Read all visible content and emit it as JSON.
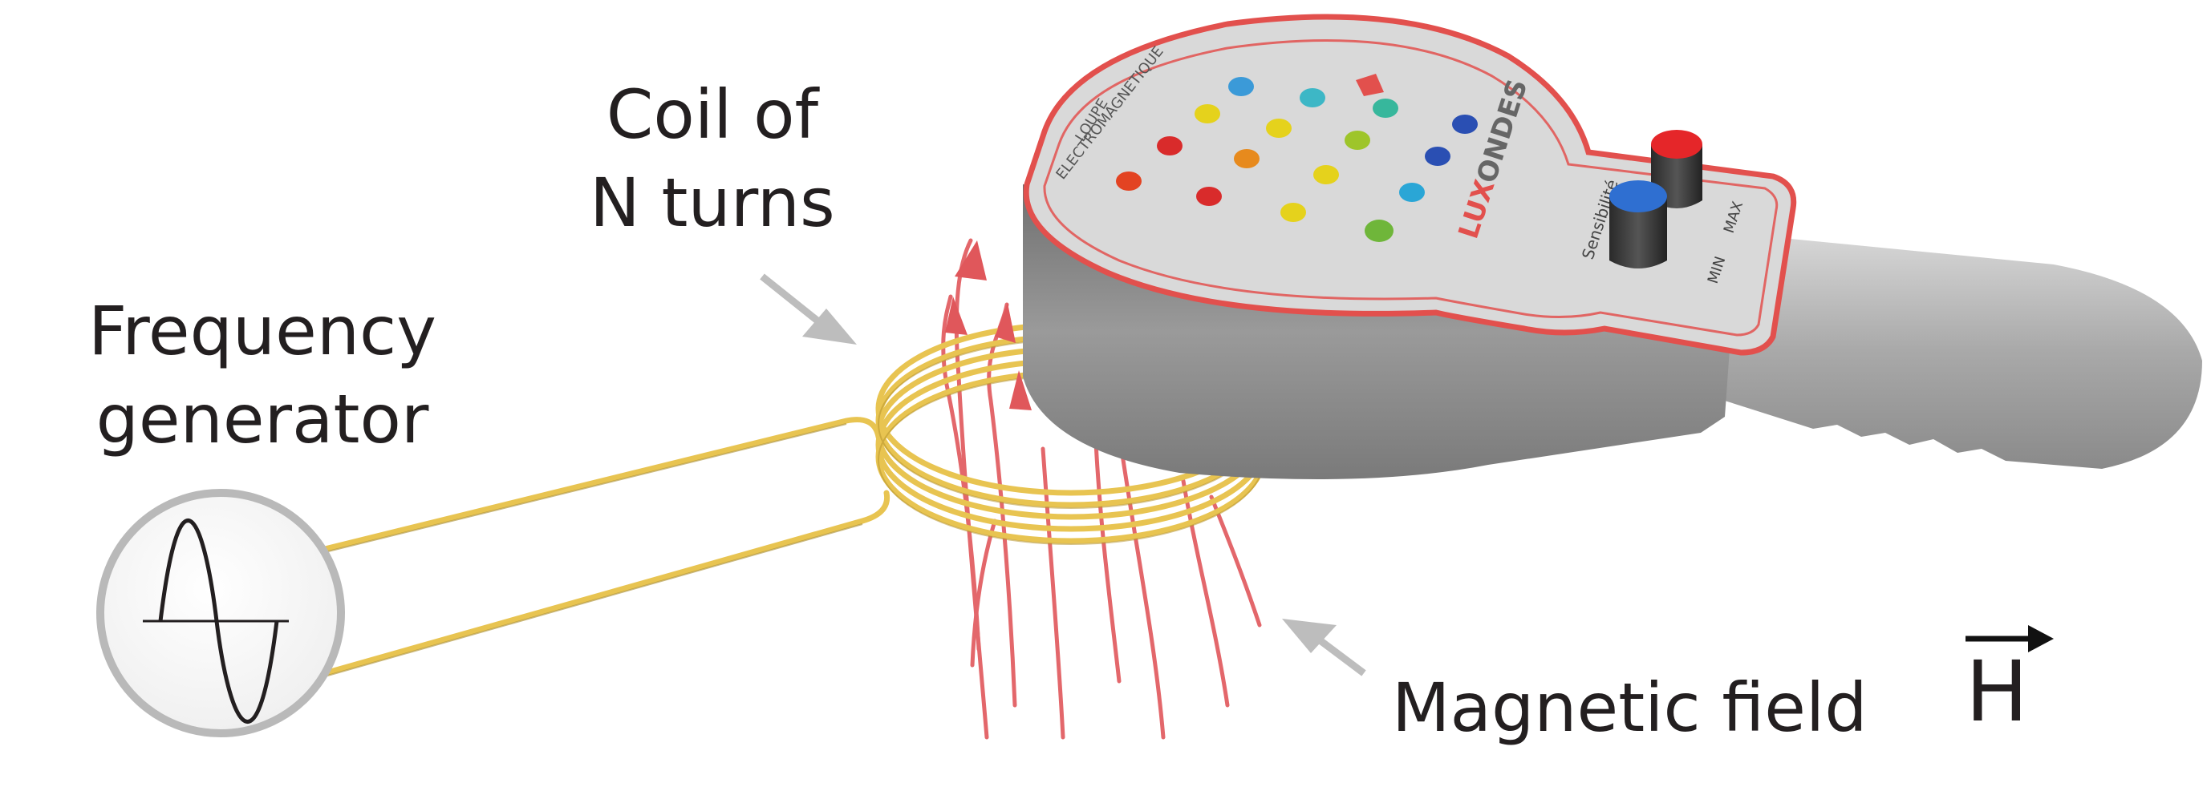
{
  "labels": {
    "coil": [
      "Coil of",
      "N turns"
    ],
    "frequency_generator": [
      "Frequency",
      "generator"
    ],
    "magnetic_field": "Magnetic field",
    "field_symbol": "H"
  },
  "device": {
    "title_line1": "LOUPE",
    "title_line2": "ELECTROMAGNETIQUE",
    "brand_lux": "LUX",
    "brand_ondes": "ONDES",
    "knob_label": "Sensibilité",
    "min_label": "MIN",
    "max_label": "MAX"
  },
  "colors": {
    "text": "#231f20",
    "coil_wire": "#e8c451",
    "field_lines": "#e0575b",
    "arrow_grey": "#bdbdbd",
    "device_body": "#8f8f8f",
    "device_top": "#d9d9d9",
    "device_trim": "#e2504d",
    "knob_red": "#e52629",
    "knob_blue": "#2f6fd1"
  },
  "leds": [
    "red",
    "red",
    "orange",
    "yellow",
    "yellow",
    "yellow",
    "yellow",
    "yellow",
    "green",
    "green",
    "teal",
    "teal",
    "teal",
    "blue",
    "blue",
    "blue",
    "red"
  ]
}
